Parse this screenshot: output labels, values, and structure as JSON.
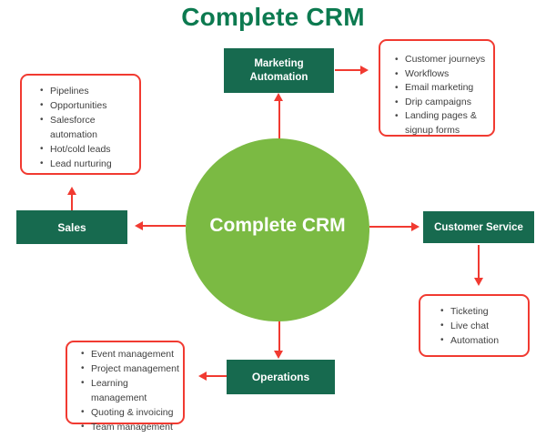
{
  "title": "Complete CRM",
  "center": {
    "label": "Complete CRM"
  },
  "nodes": {
    "marketing": {
      "label": "Marketing Automation"
    },
    "sales": {
      "label": "Sales"
    },
    "customer_service": {
      "label": "Customer Service"
    },
    "operations": {
      "label": "Operations"
    }
  },
  "lists": {
    "marketing": {
      "items": [
        "Customer journeys",
        "Workflows",
        "Email marketing",
        "Drip campaigns",
        "Landing pages & signup forms"
      ]
    },
    "sales": {
      "items": [
        "Pipelines",
        "Opportunities",
        "Salesforce automation",
        "Hot/cold leads",
        "Lead nurturing"
      ]
    },
    "customer_service": {
      "items": [
        "Ticketing",
        "Live chat",
        "Automation"
      ]
    },
    "operations": {
      "items": [
        "Event management",
        "Project management",
        "Learning management",
        "Quoting & invoicing",
        "Team management"
      ]
    }
  },
  "colors": {
    "title_green": "#0c7a50",
    "node_green": "#176a4f",
    "circle_green": "#7bba43",
    "arrow_red": "#f13a31",
    "list_text": "#3f3f3f"
  }
}
